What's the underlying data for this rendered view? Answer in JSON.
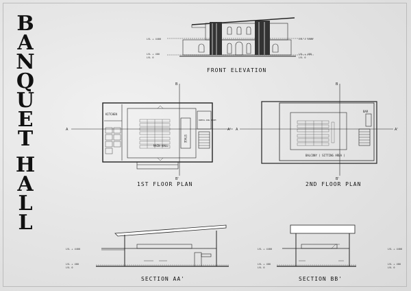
{
  "title": {
    "letters": [
      "B",
      "A",
      "N",
      "Q",
      "U",
      "E",
      "T",
      "H",
      "A",
      "L",
      "L"
    ]
  },
  "captions": {
    "front_elevation": "FRONT ELEVATION",
    "first_floor": "1ST FLOOR PLAN",
    "second_floor": "2ND FLOOR PLAN",
    "section_aa": "SECTION AA'",
    "section_bb": "SECTION BB'"
  },
  "plan_labels": {
    "kitchen": "KITCHEN",
    "main_hall": "MAIN HALL",
    "stage": "STAGE",
    "dressing_room": "DRESS-ING ROOM",
    "balcony": "BALCONY ( SITTING AREA )",
    "bar": "BAR"
  },
  "axes": {
    "a": "A",
    "a_prime": "A'",
    "b": "B",
    "b_prime": "B'"
  },
  "levels": {
    "elev_top": "LVL + 4400",
    "elev_mid": "LVL + 400",
    "elev_base": "LVL 0",
    "sec_top": "LVL + 4400",
    "sec_mid": "LVL + 400",
    "sec_base": "LVL 0"
  }
}
